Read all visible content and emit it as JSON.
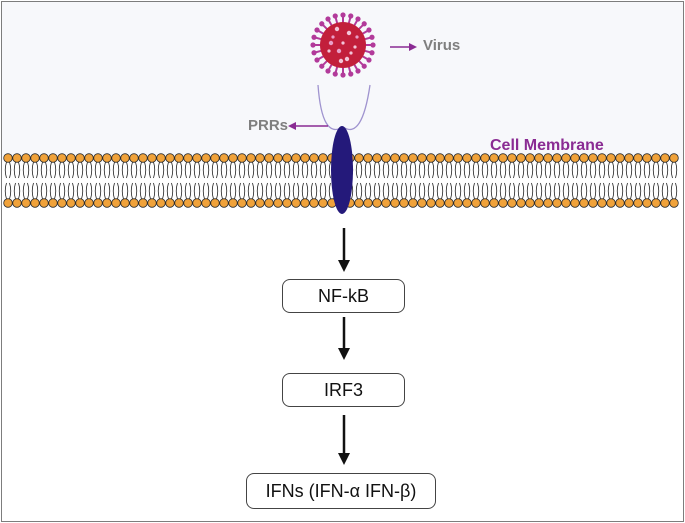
{
  "labels": {
    "virus": "Virus",
    "prrs": "PRRs",
    "cell_membrane": "Cell Membrane"
  },
  "pathway": [
    {
      "key": "nfkb",
      "label": "NF-kB"
    },
    {
      "key": "irf3",
      "label": "IRF3"
    },
    {
      "key": "ifns",
      "label": "IFNs (IFN-α IFN-β)"
    }
  ],
  "colors": {
    "accent_purple": "#8a2b93",
    "label_gray": "#7f7f7f",
    "receptor": "#24197a",
    "lipid_head": "#f0a23a",
    "virus_core": "#c21f3b",
    "virus_spike": "#b23a9a"
  }
}
